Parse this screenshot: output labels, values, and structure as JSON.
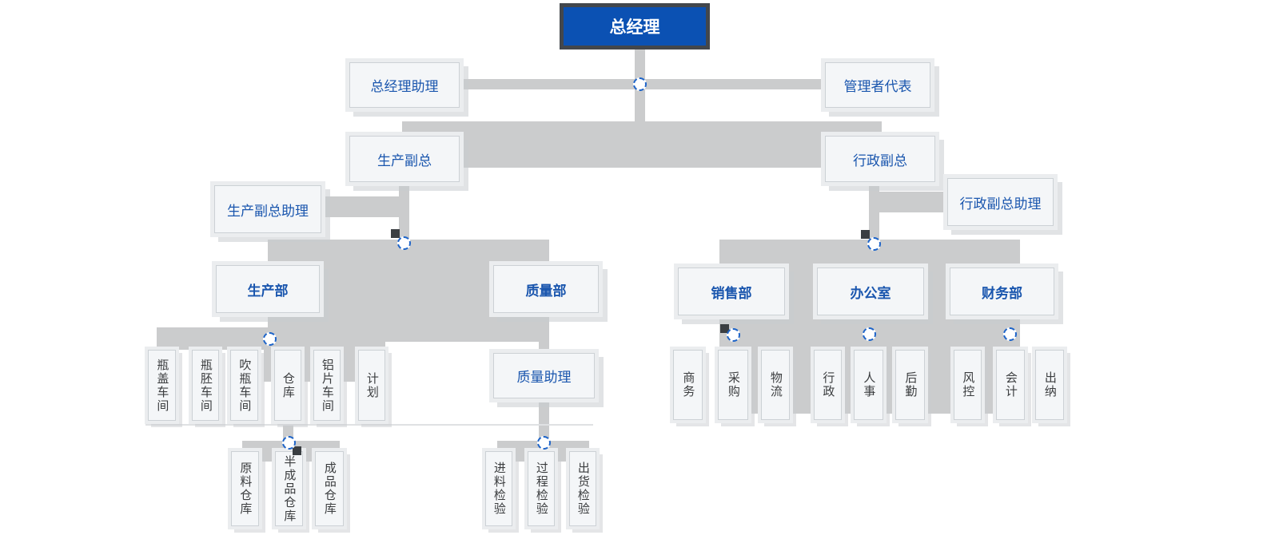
{
  "colors": {
    "root_fill": "#0b51b3",
    "root_border": "#43474c",
    "label_blue": "#1a56ae",
    "child_text": "#3b3d3f",
    "connector_gray": "#cbcccd",
    "box_bg": "#f4f6f8",
    "node_dashed_blue": "#1e64c8"
  },
  "nodes": {
    "gm": "总经理",
    "gm_assistant": "总经理助理",
    "mgmt_rep": "管理者代表",
    "prod_vp": "生产副总",
    "admin_vp": "行政副总",
    "prod_vp_assistant": "生产副总助理",
    "admin_vp_assistant": "行政副总助理",
    "prod_dept": "生产部",
    "quality_dept": "质量部",
    "sales_dept": "销售部",
    "office": "办公室",
    "finance_dept": "财务部",
    "quality_assistant": "质量助理",
    "bottle_cap_workshop": "瓶盖车间",
    "preform_workshop": "瓶胚车间",
    "blow_molding_workshop": "吹瓶车间",
    "warehouse": "仓库",
    "aluminum_sheet_workshop": "铝片车间",
    "planning": "计划",
    "raw_material_warehouse": "原料仓库",
    "semi_finished_warehouse": "半成品仓库",
    "finished_goods_warehouse": "成品仓库",
    "incoming_inspection": "进料检验",
    "process_inspection": "过程检验",
    "outgoing_inspection": "出货检验",
    "business": "商务",
    "procurement": "采购",
    "logistics": "物流",
    "administration": "行政",
    "hr": "人事",
    "general_affairs": "后勤",
    "risk_control": "风控",
    "accounting": "会计",
    "cashier": "出纳"
  }
}
